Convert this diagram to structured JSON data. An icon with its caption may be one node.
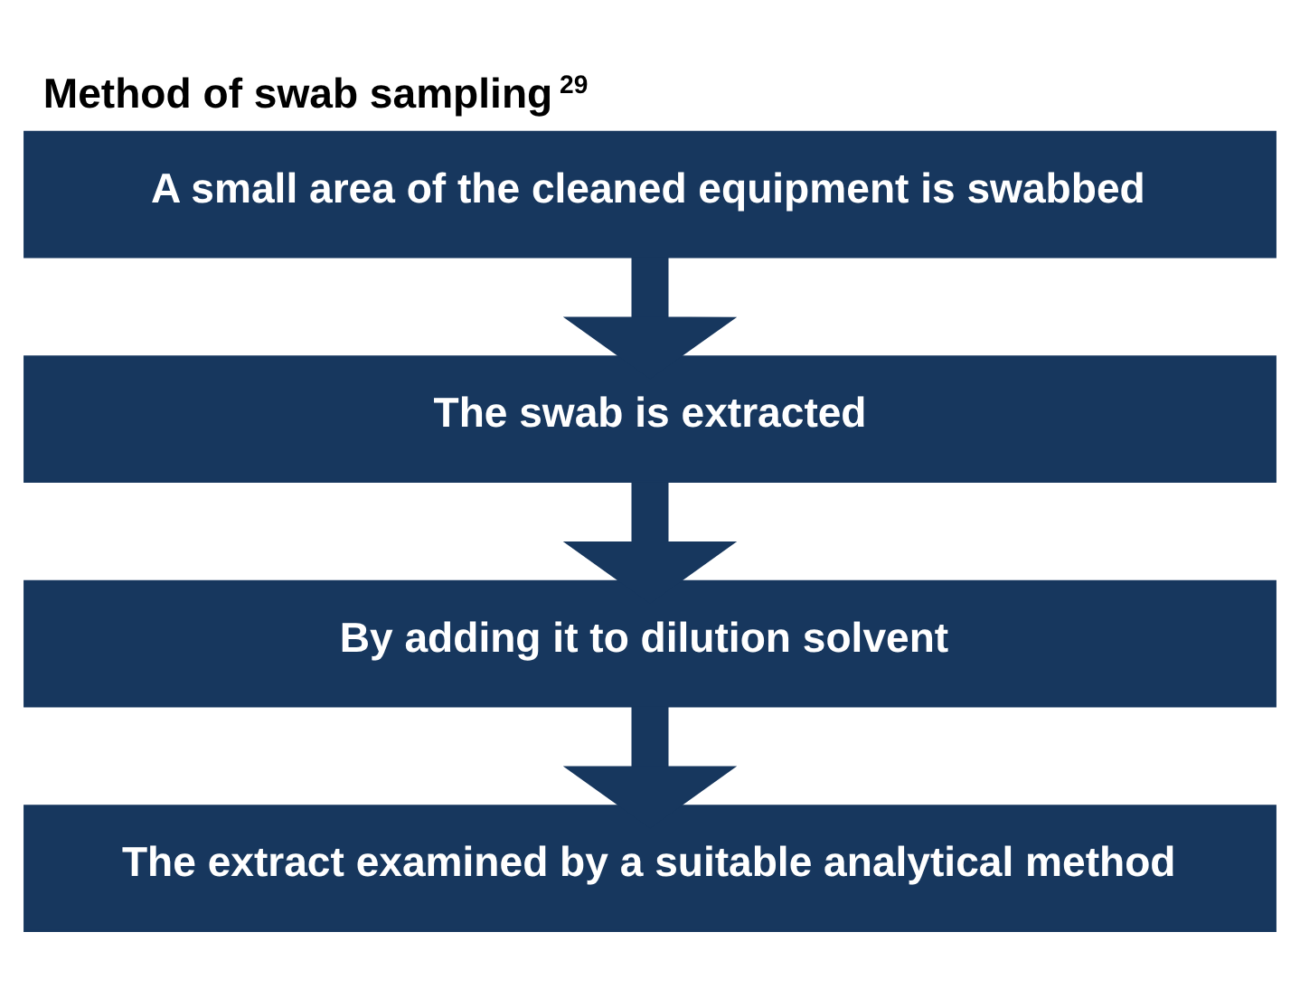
{
  "diagram": {
    "title": "Method of swab sampling$^{29}$",
    "nodes": [
      {
        "text": [
          "A small area of the cleaned equipment is swabbed"
        ]
      },
      {
        "text": [
          "The swab is extracted"
        ]
      },
      {
        "text": [
          "By adding it to dilution solvent"
        ]
      },
      {
        "text": [
          "The extract examined by a suitable analytical method"
        ]
      }
    ],
    "edges": [
      {
        "from": 0,
        "to": 1,
        "arrow": "to"
      },
      {
        "from": 1,
        "to": 2,
        "arrow": "to"
      },
      {
        "from": 2,
        "to": 3,
        "arrow": "to"
      }
    ]
  }
}
